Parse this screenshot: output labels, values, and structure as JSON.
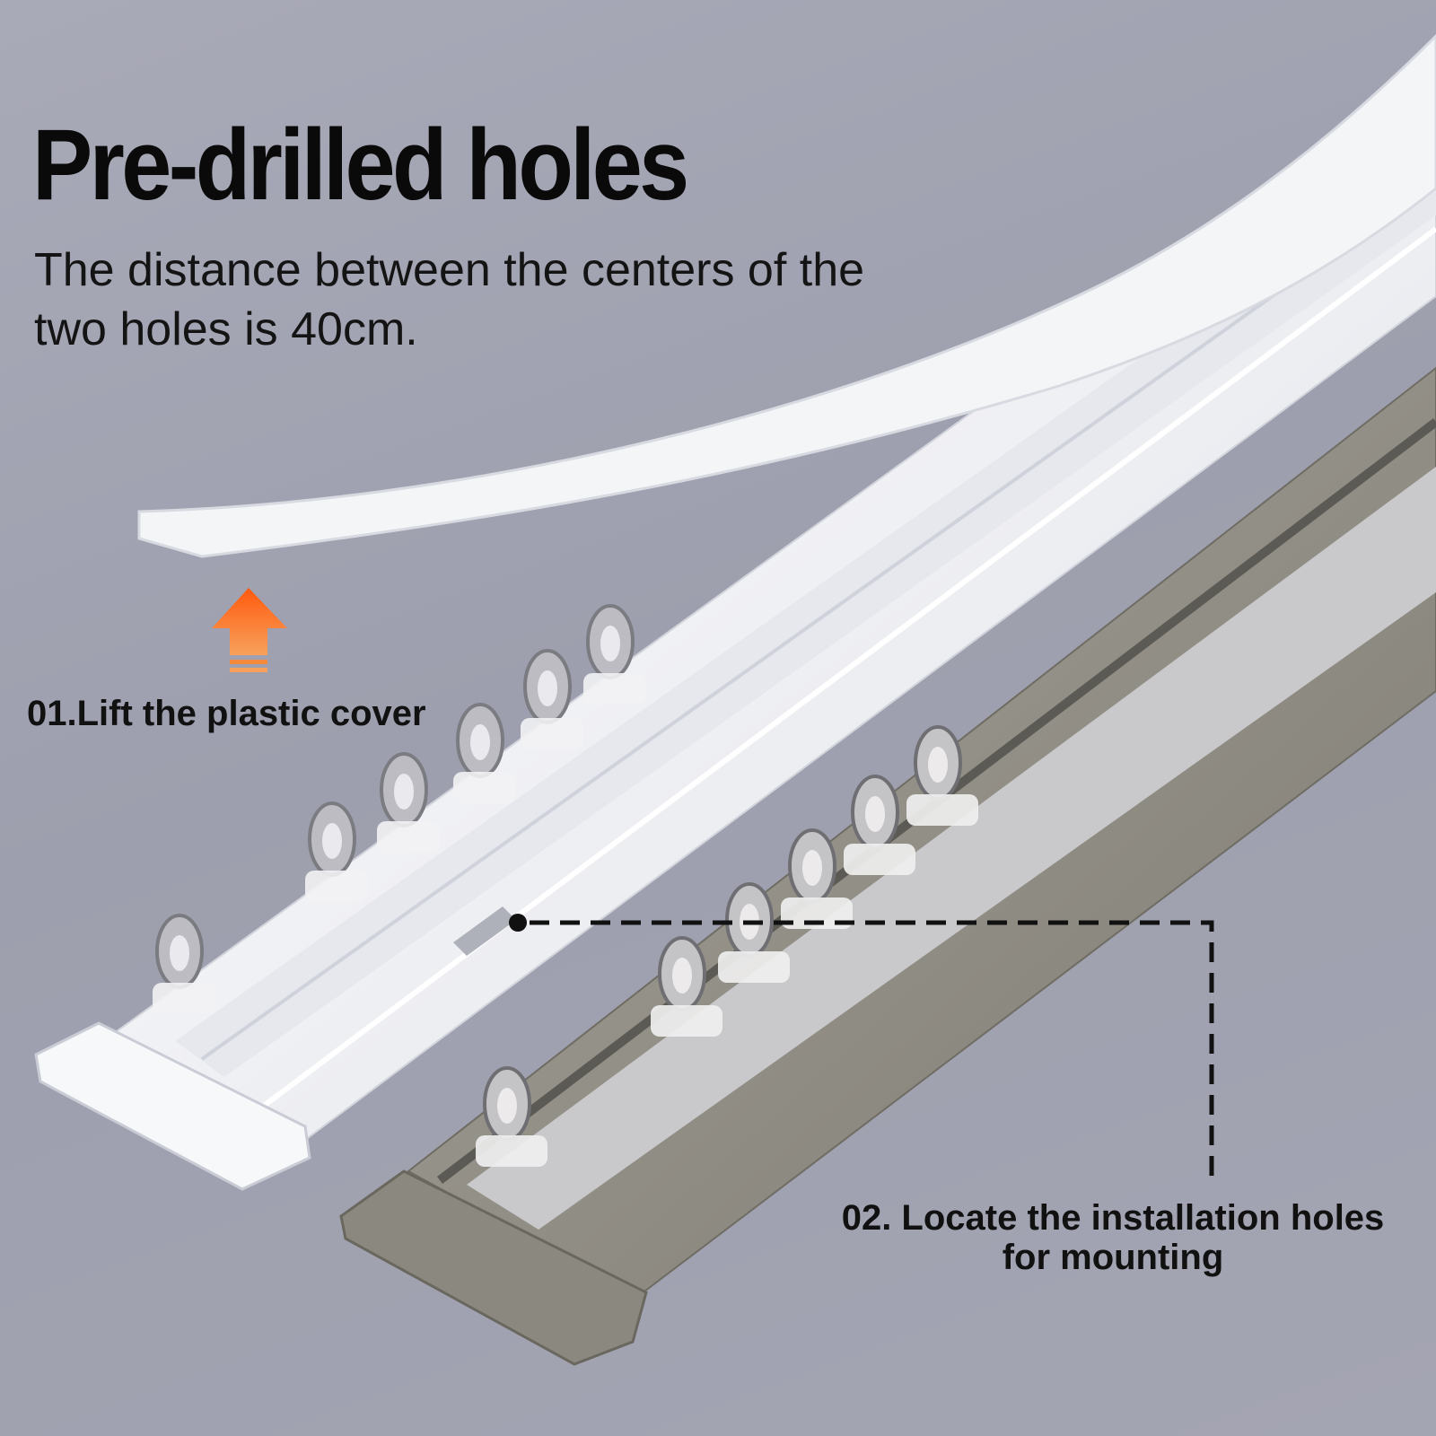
{
  "headline": "Pre-drilled holes",
  "subtitle": "The distance between the centers of the two holes is 40cm.",
  "step1": "01.Lift the plastic cover",
  "step2_line1": "02. Locate the installation holes",
  "step2_line2": "for mounting",
  "colors": {
    "background": "#a4a5b3",
    "white_track": "#f4f5f8",
    "grey_track": "#8d8a80",
    "arrow": "#f26a1b",
    "text": "#0a0a0a"
  },
  "icons": [
    "up-arrow-icon",
    "dashed-leader-line"
  ]
}
